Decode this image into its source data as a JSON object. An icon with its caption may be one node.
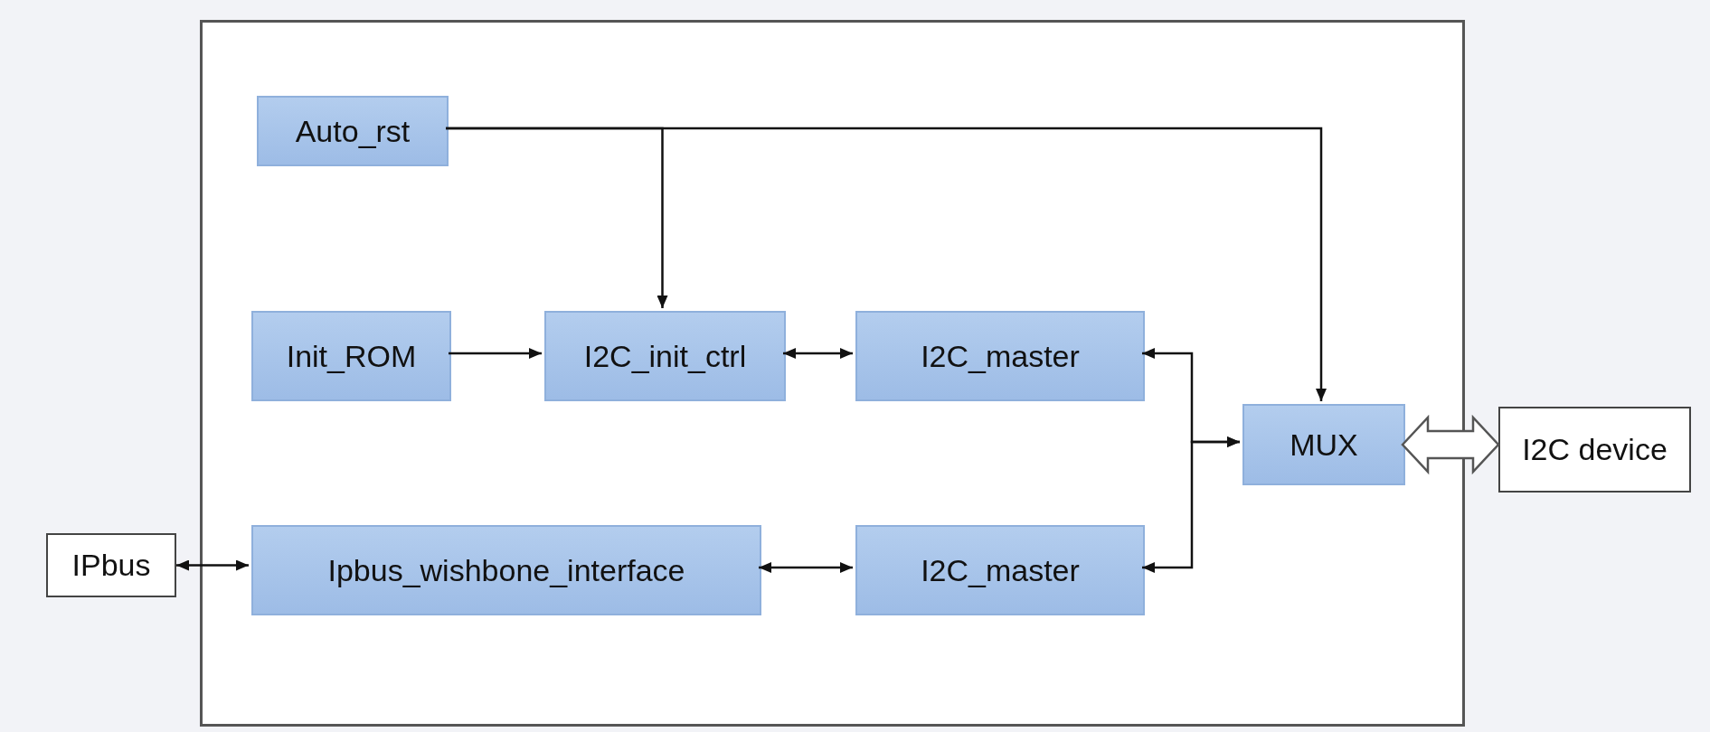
{
  "diagram": {
    "nodes": [
      {
        "text": [],
        "shape": "box"
      },
      {
        "text": [
          "Auto_rst"
        ],
        "in": 0
      },
      {
        "text": [
          "Init_ROM"
        ],
        "in": 0
      },
      {
        "text": [
          "I2C_init_ctrl"
        ],
        "in": 0
      },
      {
        "text": [
          "I2C_master"
        ],
        "in": 0
      },
      {
        "text": [
          "MUX"
        ],
        "in": 0
      },
      {
        "text": [
          "I2C device"
        ]
      },
      {
        "text": [
          "IPbus"
        ]
      },
      {
        "text": [
          "Ipbus_wishbone_interface"
        ],
        "in": 0
      },
      {
        "text": [
          "I2C_master"
        ],
        "in": 0
      }
    ],
    "edges": [
      {
        "from": 1,
        "to": 3,
        "arrow": "to"
      },
      {
        "from": 1,
        "to": 5,
        "arrow": "to"
      },
      {
        "from": 2,
        "to": 3,
        "arrow": "to"
      },
      {
        "from": 3,
        "to": 4,
        "arrow": "both"
      },
      {
        "from": 4,
        "to": 5,
        "arrow": "both"
      },
      {
        "from": 9,
        "to": 5,
        "arrow": "both"
      },
      {
        "from": 7,
        "to": 8,
        "arrow": "both"
      },
      {
        "from": 8,
        "to": 9,
        "arrow": "both"
      },
      {
        "from": 5,
        "to": 6,
        "arrow": "both",
        "style": "thick"
      }
    ]
  }
}
